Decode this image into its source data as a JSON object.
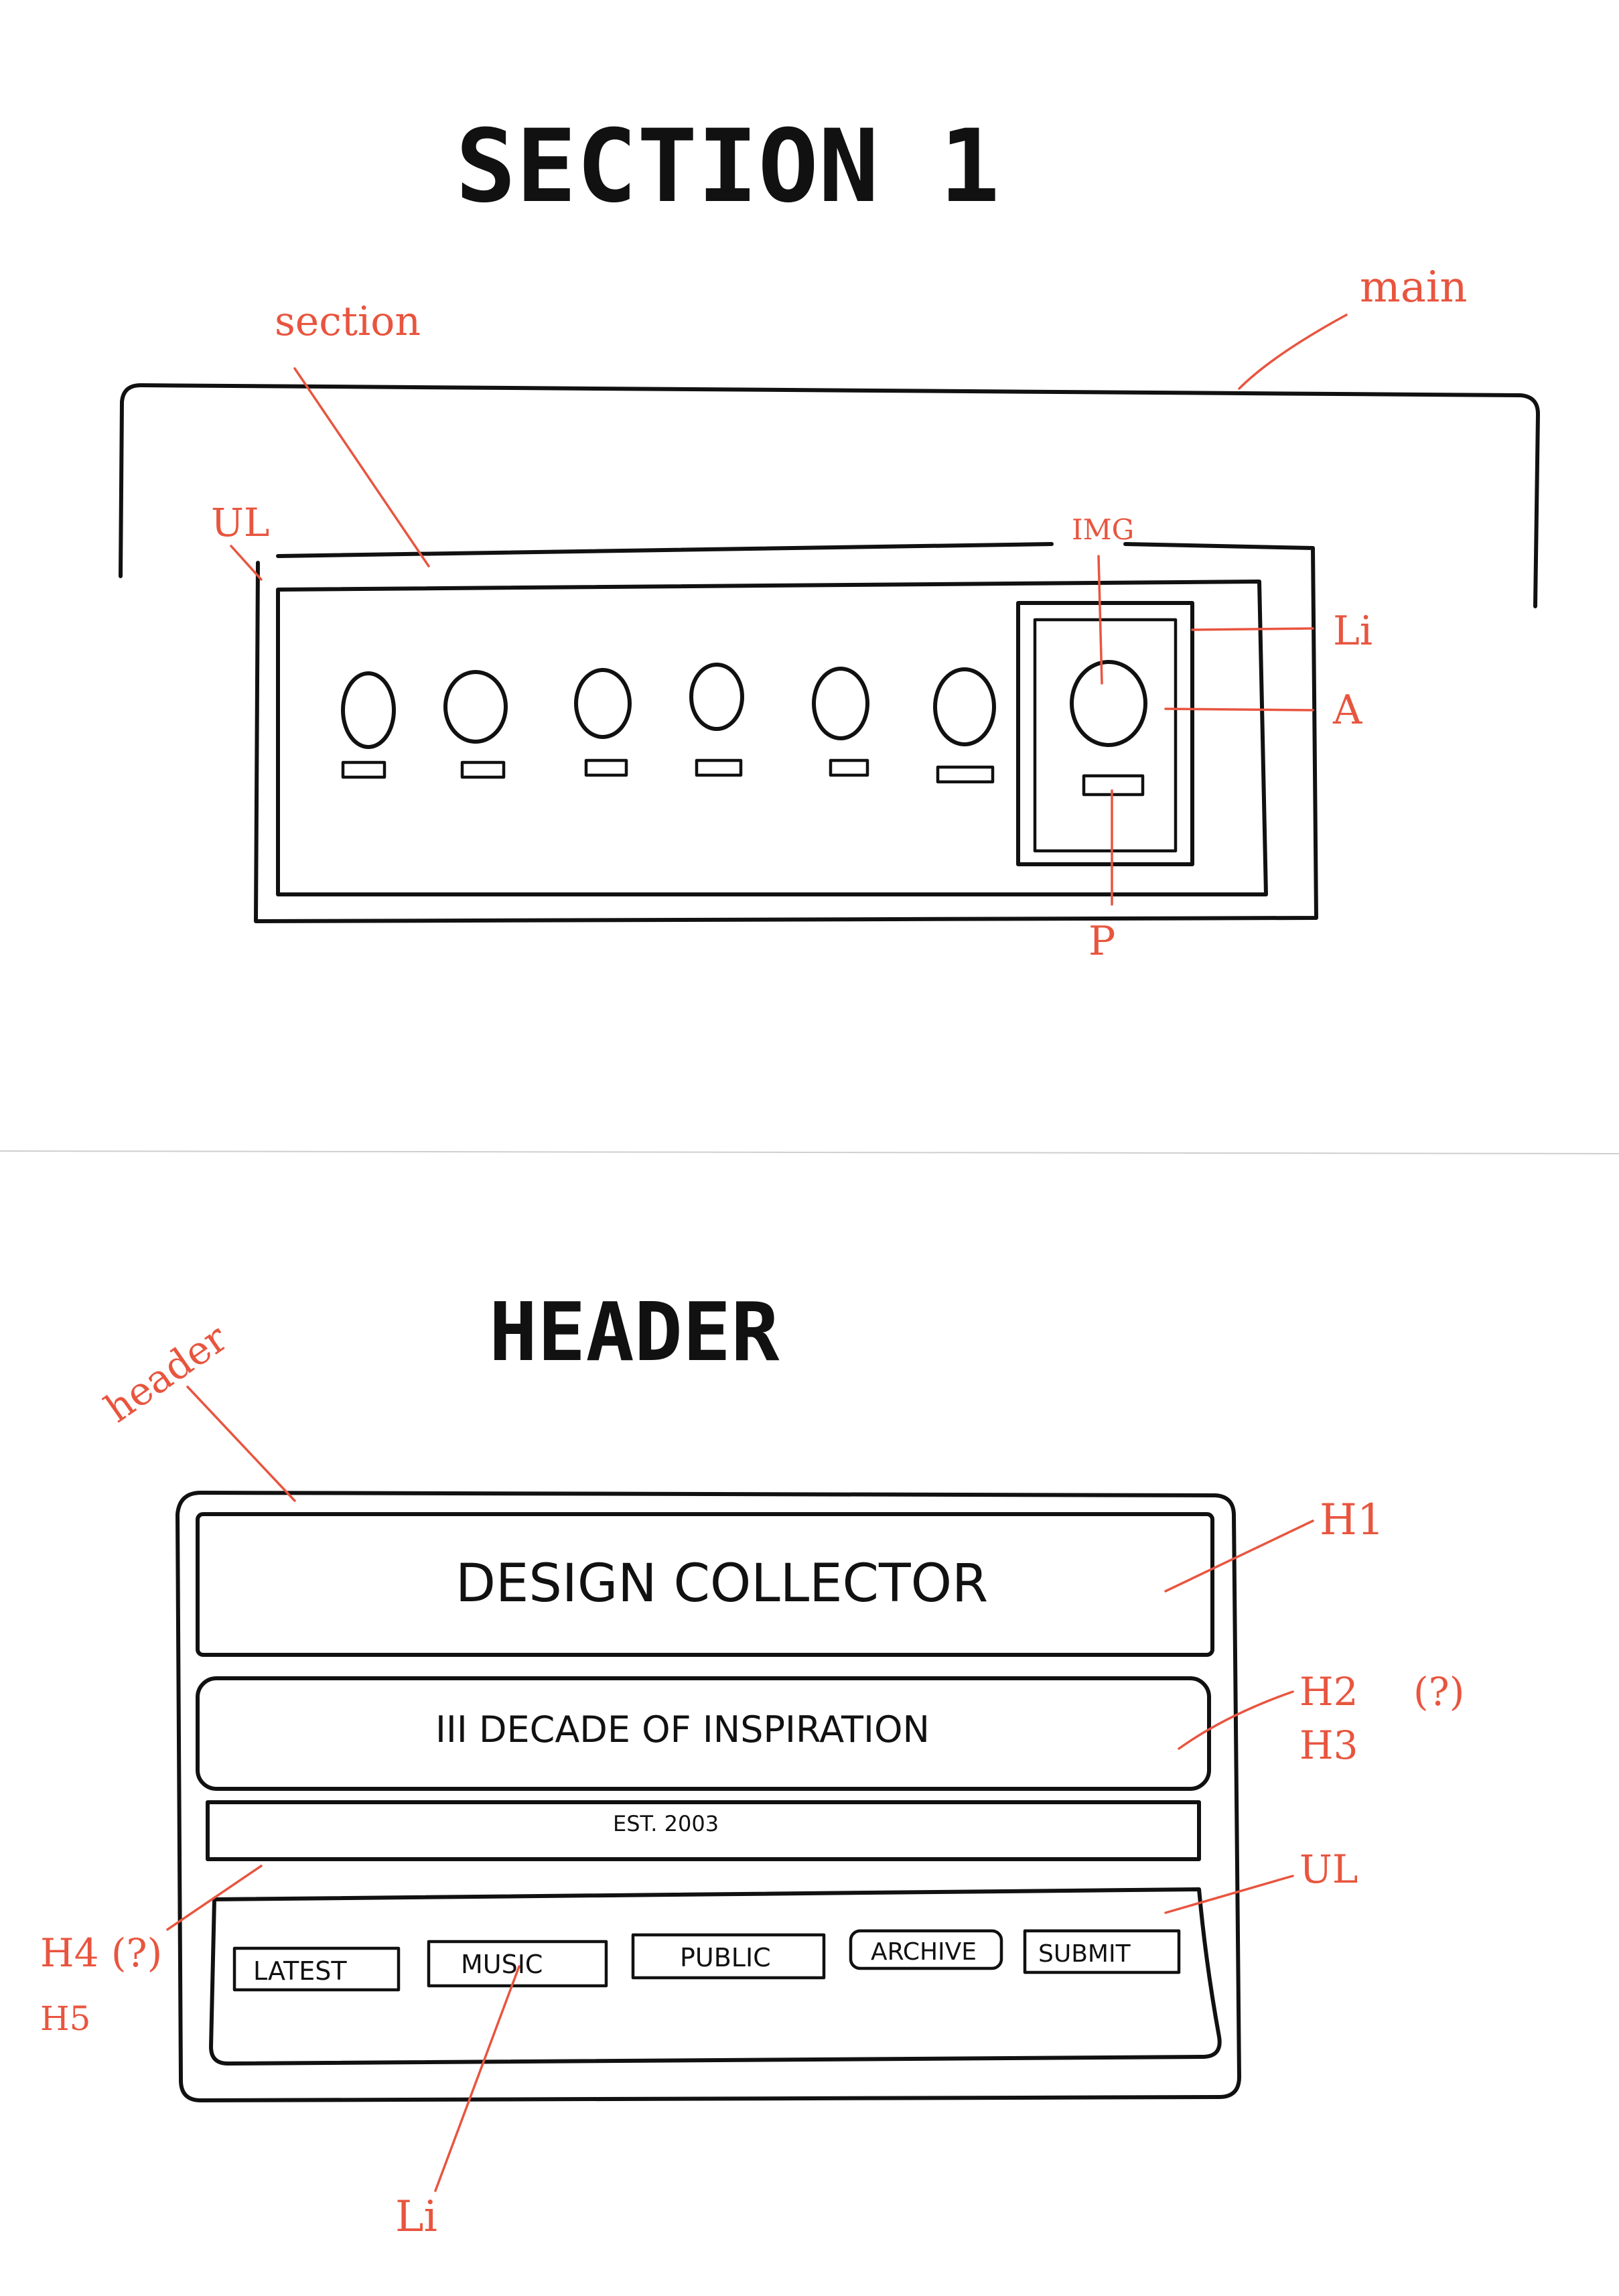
{
  "section1": {
    "title": "SECTION 1",
    "labels": {
      "main": "main",
      "section": "section",
      "ul": "UL",
      "img": "IMG",
      "li": "Li",
      "a": "A",
      "p": "P"
    },
    "list_item_count": 7
  },
  "header_sketch": {
    "title": "HEADER",
    "labels": {
      "header": "header",
      "h1": "H1",
      "h2": "H2",
      "h3": "H3",
      "question": "(?)",
      "h4": "H4 (?)",
      "h5": "H5",
      "ul": "UL",
      "li": "Li"
    },
    "h1_text": "DESIGN COLLECTOR",
    "h2_text": "III  DECADE OF INSPIRATION",
    "est_text": "EST. 2003",
    "nav_items": [
      "LATEST",
      "MUSIC",
      "PUBLIC",
      "ARCHIVE",
      "SUBMIT"
    ]
  },
  "colors": {
    "ink": "#111111",
    "annotation": "#e8553f",
    "paper": "#ffffff"
  }
}
